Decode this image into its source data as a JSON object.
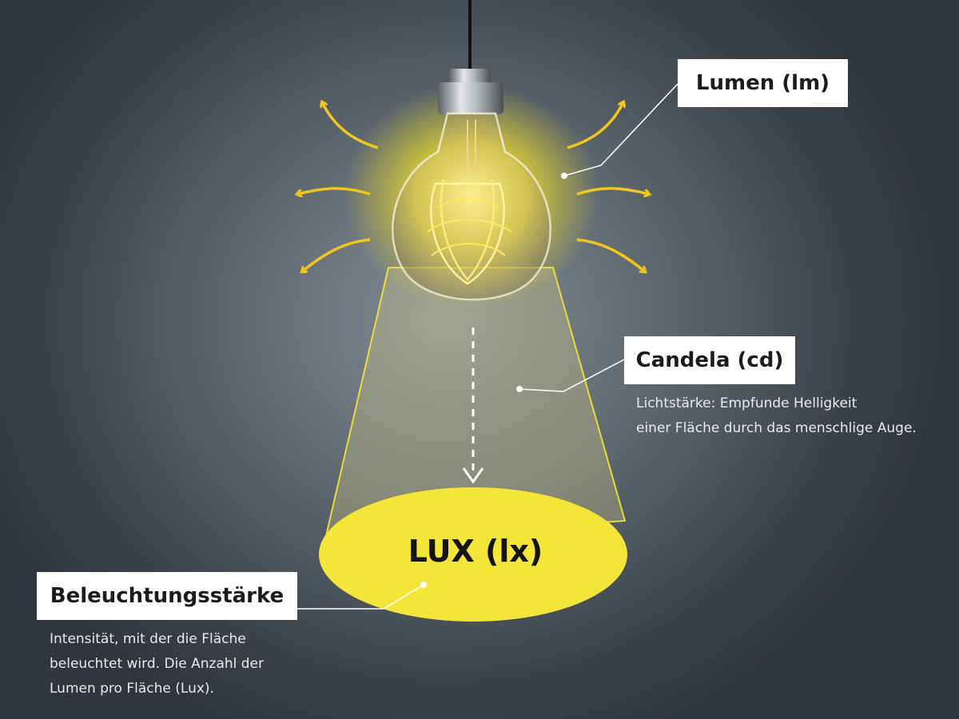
{
  "labels": {
    "lumen": "Lumen (lm)",
    "candela": "Candela (cd)",
    "beleuchtung": "Beleuchtungsstärke",
    "lux": "LUX (lx)"
  },
  "candela_desc": [
    "Lichtstärke: Empfunde Helligkeit",
    "einer Fläche durch das menschlige Auge."
  ],
  "beleuchtung_desc": [
    "Intensität, mit der die Fläche",
    "beleuchtet wird. Die Anzahl der",
    "Lumen pro Fläche (Lux)."
  ],
  "colors": {
    "accent_yellow": "#f4e53a",
    "arrow_yellow": "#efc71f",
    "background": "#4b535b"
  },
  "icons": [
    "light-bulb-icon",
    "arrow-icon",
    "down-arrow-icon"
  ]
}
